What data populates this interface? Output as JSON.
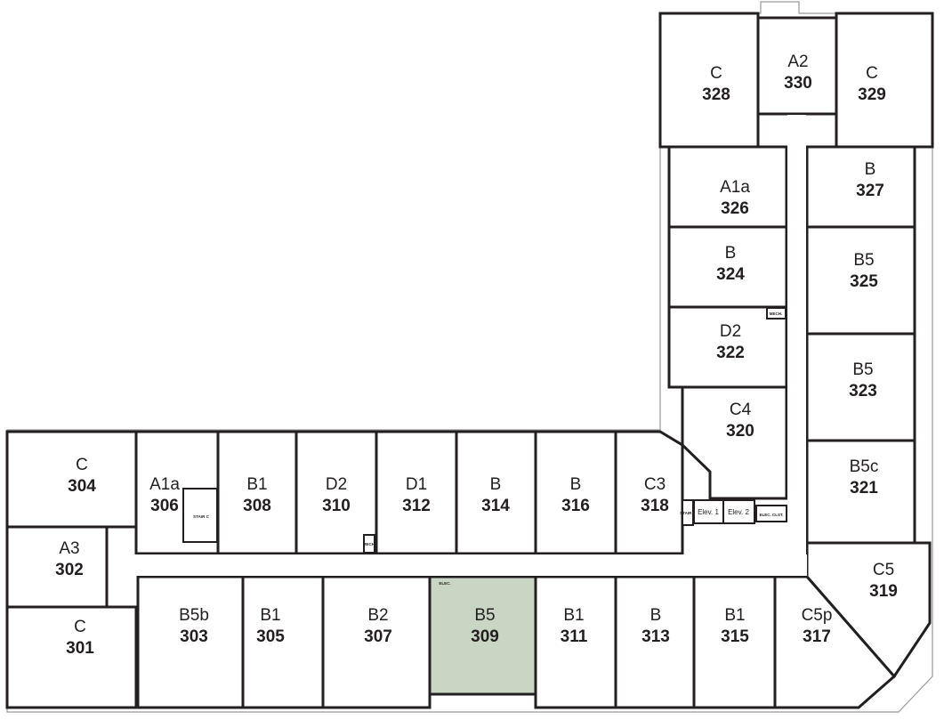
{
  "floor_plan": {
    "highlight_color": "#c9d6c3",
    "wall_color": "#231f20",
    "highlighted_unit": "309",
    "rooms": [
      {
        "type": "C",
        "number": "328"
      },
      {
        "type": "A2",
        "number": "330"
      },
      {
        "type": "C",
        "number": "329"
      },
      {
        "type": "A1a",
        "number": "326"
      },
      {
        "type": "B",
        "number": "327"
      },
      {
        "type": "B",
        "number": "324"
      },
      {
        "type": "B5",
        "number": "325"
      },
      {
        "type": "D2",
        "number": "322"
      },
      {
        "type": "B5",
        "number": "323"
      },
      {
        "type": "C4",
        "number": "320"
      },
      {
        "type": "B5c",
        "number": "321"
      },
      {
        "type": "C5",
        "number": "319"
      },
      {
        "type": "C",
        "number": "304"
      },
      {
        "type": "A1a",
        "number": "306"
      },
      {
        "type": "B1",
        "number": "308"
      },
      {
        "type": "D2",
        "number": "310"
      },
      {
        "type": "D1",
        "number": "312"
      },
      {
        "type": "B",
        "number": "314"
      },
      {
        "type": "B",
        "number": "316"
      },
      {
        "type": "C3",
        "number": "318"
      },
      {
        "type": "A3",
        "number": "302"
      },
      {
        "type": "C",
        "number": "301"
      },
      {
        "type": "B5b",
        "number": "303"
      },
      {
        "type": "B1",
        "number": "305"
      },
      {
        "type": "B2",
        "number": "307"
      },
      {
        "type": "B5",
        "number": "309"
      },
      {
        "type": "B1",
        "number": "311"
      },
      {
        "type": "B",
        "number": "313"
      },
      {
        "type": "B1",
        "number": "315"
      },
      {
        "type": "C5p",
        "number": "317"
      }
    ],
    "utility_labels": {
      "stair_c": "STAIR C",
      "stair_b": "STAIR B",
      "mech_1": "MECH.",
      "mech_2": "MECH.",
      "elec": "ELEC.",
      "elev_1": "Elev. 1",
      "elev_2": "Elev. 2",
      "elec_closet": "ELEC. CLST."
    }
  }
}
